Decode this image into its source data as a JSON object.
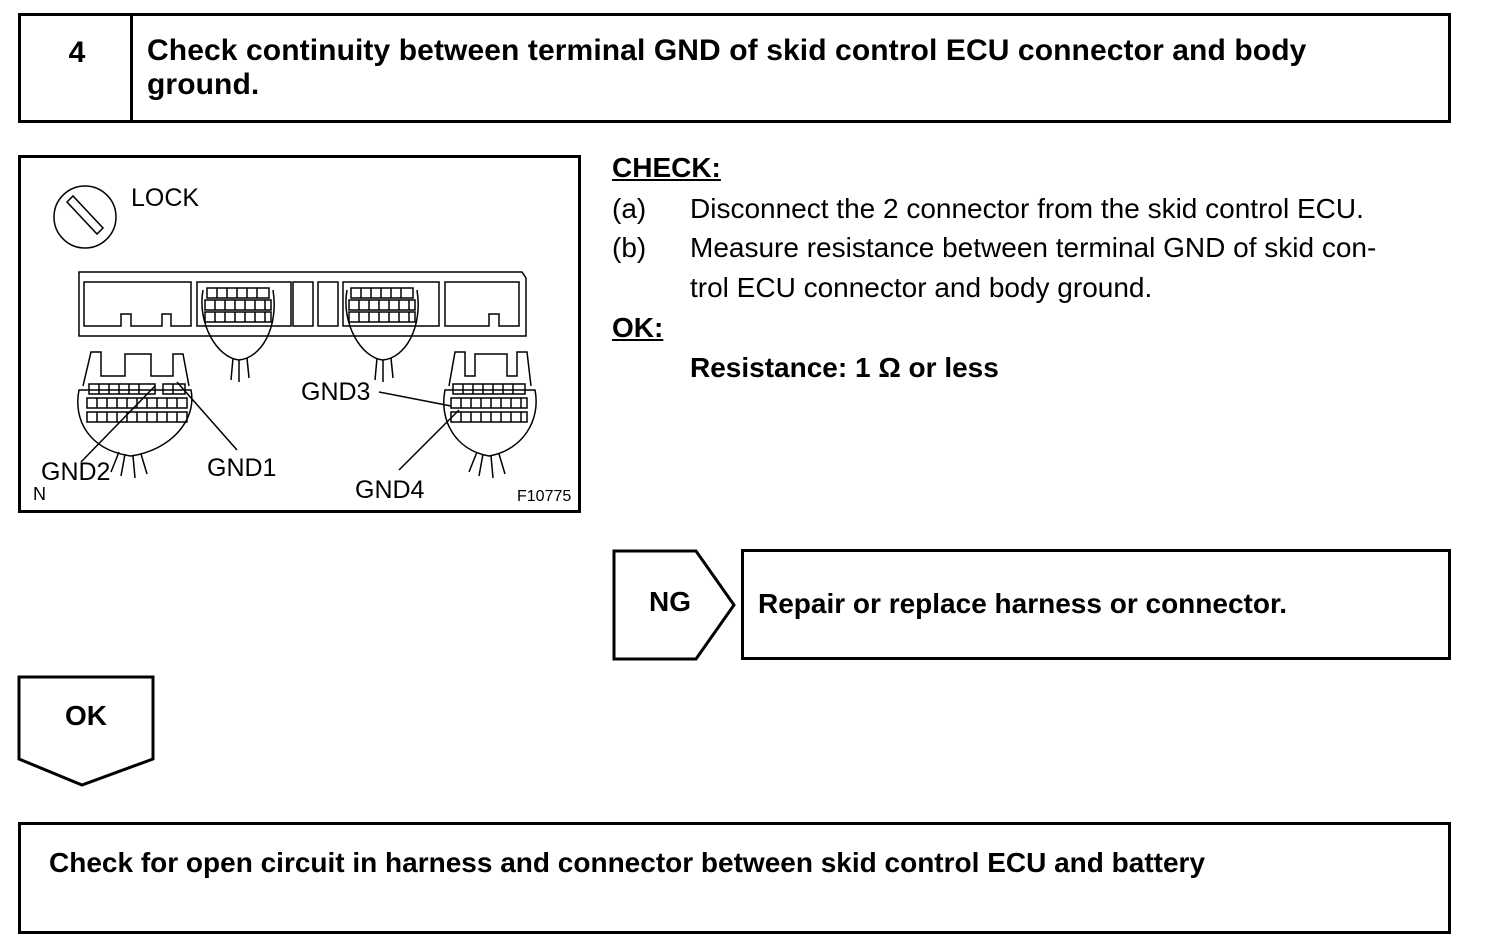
{
  "step": {
    "number": "4",
    "title_line1": "Check continuity between terminal GND of skid control ECU connector and body",
    "title_line2": "ground."
  },
  "figure": {
    "lock_label": "LOCK",
    "gnd1": "GND1",
    "gnd2": "GND2",
    "gnd3": "GND3",
    "gnd4": "GND4",
    "corner_letter": "N",
    "figure_id": "F10775"
  },
  "check": {
    "heading": "CHECK:",
    "a_marker": "(a)",
    "a_text": "Disconnect the 2 connector from the skid control ECU.",
    "b_marker": "(b)",
    "b_text_line1": "Measure resistance between terminal GND of skid con-",
    "b_text_line2": "trol ECU connector and body ground."
  },
  "ok_spec": {
    "heading": "OK:",
    "value": "Resistance: 1 Ω or less"
  },
  "ng": {
    "label": "NG",
    "action": "Repair or replace harness or connector."
  },
  "ok_branch": {
    "label": "OK"
  },
  "next_step": {
    "text": "Check for open circuit in harness and connector between skid control ECU and battery"
  }
}
